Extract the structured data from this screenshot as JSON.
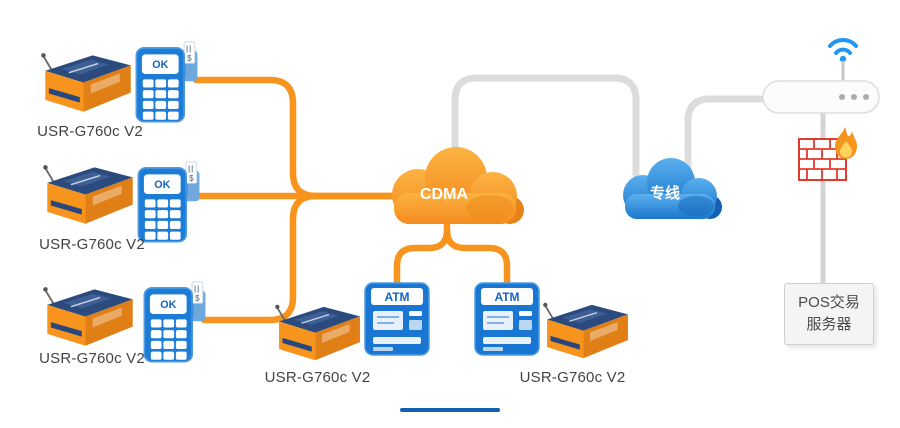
{
  "diagram": {
    "gateway_label": "USR-G760c V2",
    "pos_terminal": {
      "screen_label": "OK",
      "card_symbol": "$"
    },
    "atm": {
      "label": "ATM"
    },
    "clouds": {
      "cdma": "CDMA",
      "dedicated_line": "专线"
    },
    "server": {
      "line1": "POS交易",
      "line2": "服务器"
    },
    "colors": {
      "link_orange": "#F7941D",
      "link_gray": "#DCDCDC",
      "device_blue": "#1C7CD6",
      "cloud_orange_top": "#FBB342",
      "cloud_orange_bottom": "#F68B1F",
      "cloud_blue_top": "#5AB0EE",
      "cloud_blue_bottom": "#1B76CC",
      "firewall_red": "#E23B2E",
      "accent_bar": "#1260B0"
    }
  }
}
